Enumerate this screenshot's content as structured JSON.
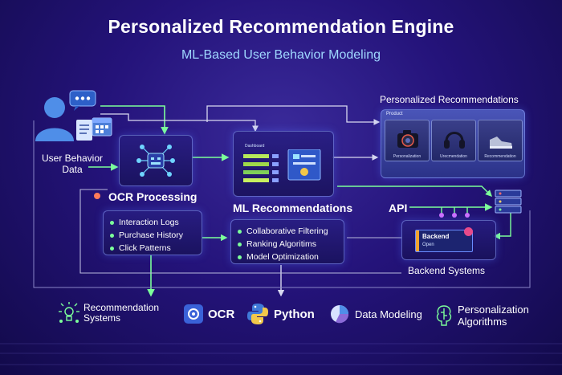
{
  "header": {
    "title": "Personalized Recommendation Engine",
    "subtitle": "ML-Based User Behavior Modeling"
  },
  "user_node": {
    "label_line1": "User Behavior",
    "label_line2": "Data"
  },
  "ocr_node": {
    "title": "OCR Processing",
    "items": [
      "Interaction Logs",
      "Purchase History",
      "Click Patterns"
    ]
  },
  "ml_node": {
    "title": "ML Recommendations",
    "panel_header": "Dashboard",
    "items": [
      "Collaborative Filtering",
      "Ranking Algoritims",
      "Model Optimization"
    ]
  },
  "rec_node": {
    "title": "Personalized Recommendations",
    "panel_header": "Product",
    "products": [
      "Personalization",
      "Urecmendation",
      "Recommendation"
    ]
  },
  "api_label": "API",
  "backend_node": {
    "title": "Backend Systems",
    "card_title": "Backend",
    "card_button": "Open"
  },
  "tools": {
    "recsys_line1": "Recommendation",
    "recsys_line2": "Systems",
    "ocr": "OCR",
    "python": "Python",
    "data_modeling": "Data Modeling",
    "personalization_line1": "Personalization",
    "personalization_line2": "Algorithms"
  },
  "colors": {
    "accent_green": "#7cff9a",
    "connector_gray": "#c8c8e8",
    "accent_cyan": "#9fd7ff",
    "background_deep": "#24137a"
  }
}
